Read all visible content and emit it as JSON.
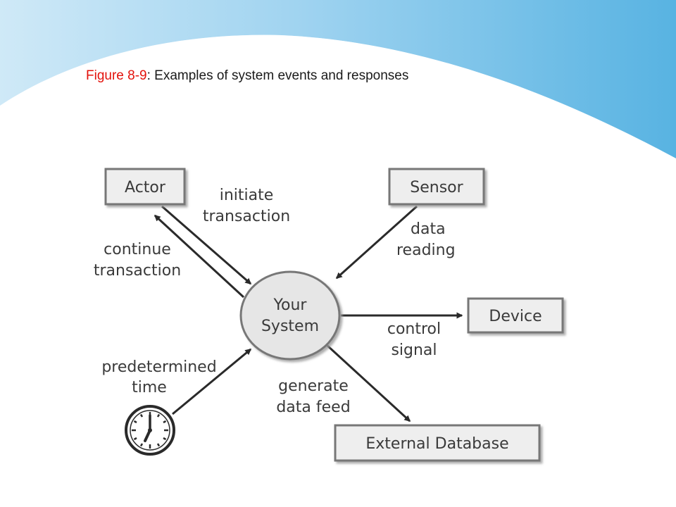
{
  "caption": {
    "figure": "Figure 8-9",
    "text": ": Examples of system events and responses"
  },
  "nodes": {
    "actor": "Actor",
    "sensor": "Sensor",
    "system_line1": "Your",
    "system_line2": "System",
    "device": "Device",
    "database": "External Database"
  },
  "labels": {
    "initiate_1": "initiate",
    "initiate_2": "transaction",
    "continue_1": "continue",
    "continue_2": "transaction",
    "data_1": "data",
    "data_2": "reading",
    "control_1": "control",
    "control_2": "signal",
    "time_1": "predetermined",
    "time_2": "time",
    "feed_1": "generate",
    "feed_2": "data feed"
  },
  "icons": {
    "clock": "clock-icon"
  },
  "colors": {
    "figure_label": "#e3120b",
    "header_blue": "#5ab4e3",
    "box_fill": "#eeeeee",
    "line": "#2a2a2a"
  }
}
